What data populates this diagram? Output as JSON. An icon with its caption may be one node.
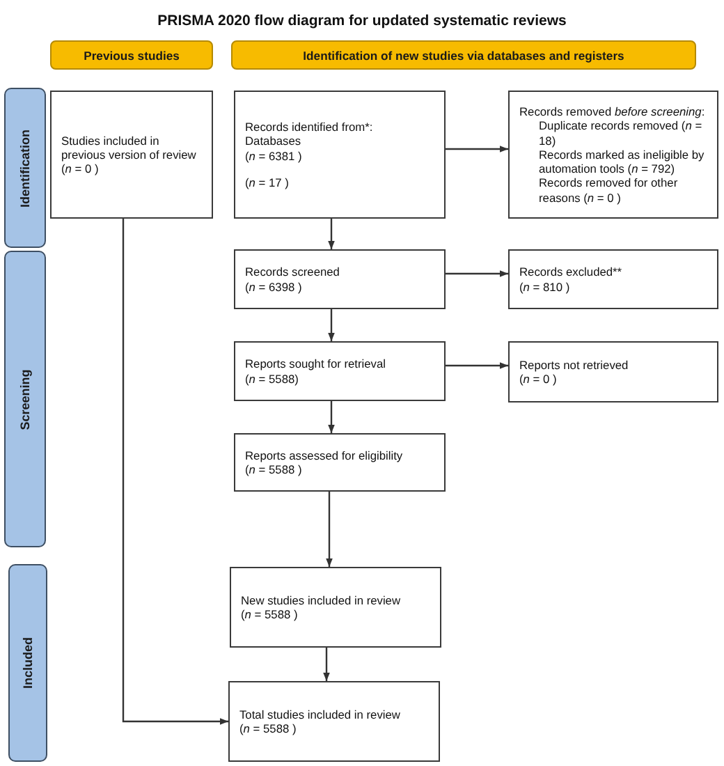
{
  "diagram": {
    "title": "PRISMA 2020 flow diagram for updated systematic reviews",
    "nodes": [
      {
        "text": [
          "Previous studies"
        ]
      },
      {
        "text": [
          "Identification of new studies via databases and registers"
        ]
      },
      {
        "text": [
          "Identification"
        ]
      },
      {
        "text": [
          "Studies included in previous version of review (*n* = 0 )"
        ]
      },
      {
        "text": [
          "Records identified from*:",
          "Databases",
          "(*n* = 6381 )",
          "(*n* = 17 )"
        ]
      },
      {
        "text": [
          "Records removed *before screening*:",
          "Duplicate records removed (*n* = 18)",
          "Records marked as ineligible by automation tools (*n* = 792)",
          "Records removed for other reasons (*n* = 0 )"
        ]
      },
      {
        "text": [
          "Screening"
        ]
      },
      {
        "text": [
          "Records screened",
          "(*n* = 6398 )"
        ]
      },
      {
        "text": [
          "Records excluded**",
          "(*n* = 810 )"
        ]
      },
      {
        "text": [
          "Reports sought for retrieval",
          "(*n* = 5588)"
        ]
      },
      {
        "text": [
          "Reports not retrieved",
          "(*n* = 0 )"
        ]
      },
      {
        "text": [
          "Reports assessed for eligibility",
          "(*n* = 5588 )"
        ]
      },
      {
        "text": [
          "Included"
        ]
      },
      {
        "text": [
          "New studies included in review",
          "(*n* = 5588 )"
        ]
      },
      {
        "text": [
          "Total studies included in review",
          "(*n* = 5588 )"
        ]
      }
    ],
    "edges": [
      {
        "from": 3,
        "to": 14,
        "arrow": "to"
      },
      {
        "from": 4,
        "to": 5,
        "arrow": "to"
      },
      {
        "from": 4,
        "to": 7,
        "arrow": "to"
      },
      {
        "from": 7,
        "to": 8,
        "arrow": "to"
      },
      {
        "from": 7,
        "to": 9,
        "arrow": "to"
      },
      {
        "from": 9,
        "to": 10,
        "arrow": "to"
      },
      {
        "from": 9,
        "to": 11,
        "arrow": "to"
      },
      {
        "from": 11,
        "to": 13,
        "arrow": "to"
      },
      {
        "from": 13,
        "to": 14,
        "arrow": "to"
      }
    ]
  }
}
